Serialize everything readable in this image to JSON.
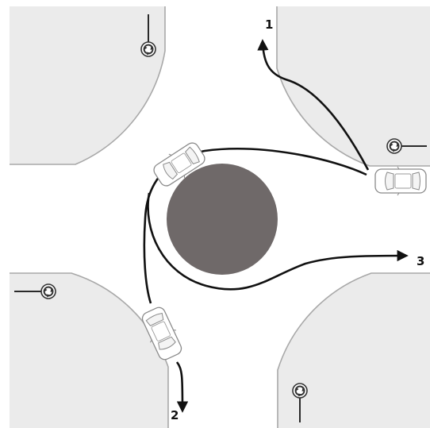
{
  "colors": {
    "background": "#ffffff",
    "block": "#ebebeb",
    "curb": "#a8a8a8",
    "island": "#6f6969",
    "path": "#111111",
    "car_body": "#ffffff",
    "car_outline": "#8a8a8a",
    "sign_post": "#2a2a2a"
  },
  "routes": [
    {
      "id": "route-1",
      "label": "1"
    },
    {
      "id": "route-2",
      "label": "2"
    },
    {
      "id": "route-3",
      "label": "3"
    }
  ],
  "signs": [
    {
      "icon": "roundabout-sign-icon",
      "corner": "top-left"
    },
    {
      "icon": "roundabout-sign-icon",
      "corner": "top-right"
    },
    {
      "icon": "roundabout-sign-icon",
      "corner": "bottom-left"
    },
    {
      "icon": "roundabout-sign-icon",
      "corner": "bottom-right"
    }
  ],
  "cars": [
    {
      "icon": "car-icon",
      "location": "east-entry"
    },
    {
      "icon": "car-icon",
      "location": "circle-top-left"
    },
    {
      "icon": "car-icon",
      "location": "south-exit"
    }
  ]
}
